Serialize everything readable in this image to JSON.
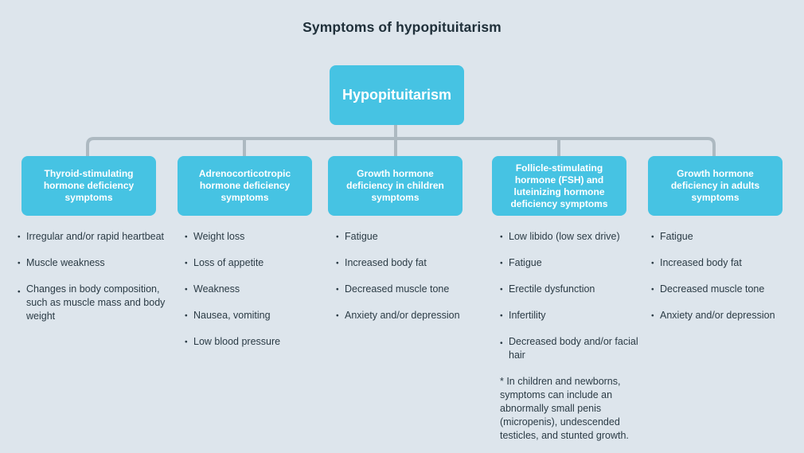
{
  "title": "Symptoms of hypopituitarism",
  "bullet_char": "•",
  "colors": {
    "background": "#dde5ec",
    "accent": "#46c3e3",
    "connector": "#adb9c1",
    "title_text": "#20303a",
    "body_text": "#2b3b45",
    "node_text": "#ffffff"
  },
  "root": {
    "label": "Hypopituitarism"
  },
  "branches": [
    {
      "label": "Thyroid-stimulating hormone deficiency symptoms",
      "items": [
        "Irregular and/or rapid heartbeat",
        "Muscle weakness",
        "Changes in body composition, such as muscle mass and body weight"
      ]
    },
    {
      "label": "Adrenocorticotropic hormone deficiency symptoms",
      "items": [
        "Weight loss",
        "Loss of appetite",
        "Weakness",
        "Nausea, vomiting",
        "Low blood pressure"
      ]
    },
    {
      "label": "Growth hormone deficiency in children symptoms",
      "items": [
        "Fatigue",
        "Increased body fat",
        "Decreased muscle tone",
        "Anxiety and/or depression"
      ]
    },
    {
      "label": "Follicle-stimulating hormone (FSH) and luteinizing hormone deficiency symptoms",
      "items": [
        "Low libido (low sex drive)",
        "Fatigue",
        "Erectile dysfunction",
        "Infertility",
        "Decreased body and/or facial hair"
      ],
      "footnote": "* In children and newborns, symptoms can include an abnormally small penis (micropenis), undescended testicles, and stunted growth."
    },
    {
      "label": "Growth hormone deficiency in adults symptoms",
      "items": [
        "Fatigue",
        "Increased body fat",
        "Decreased muscle tone",
        "Anxiety and/or depression"
      ]
    }
  ]
}
